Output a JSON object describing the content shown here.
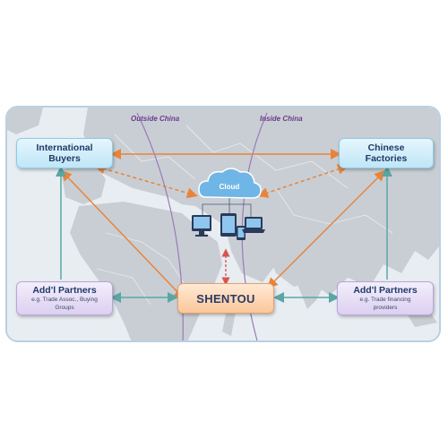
{
  "region_labels": {
    "outside": "Outside China",
    "inside": "Inside China"
  },
  "cloud": {
    "label": "Cloud"
  },
  "nodes": {
    "international_buyers": {
      "title_line1": "International",
      "title_line2": "Buyers"
    },
    "chinese_factories": {
      "title_line1": "Chinese",
      "title_line2": "Factories"
    },
    "partners_left": {
      "title": "Add'l Partners",
      "sub_line1": "e.g. Trade Assoc., Buying",
      "sub_line2": "Groups"
    },
    "partners_right": {
      "title": "Add'l Partners",
      "sub_line1": "e.g. Trade financing",
      "sub_line2": "providers"
    },
    "shentou": {
      "title": "SHENTOU"
    }
  },
  "colors": {
    "orange_arrow": "#e8843a",
    "teal_arrow": "#5aa6a6",
    "divider": "#9a7ab8",
    "dashed_red": "#d9534f",
    "map_land": "#c9ced4",
    "map_water": "#e8edf2"
  }
}
